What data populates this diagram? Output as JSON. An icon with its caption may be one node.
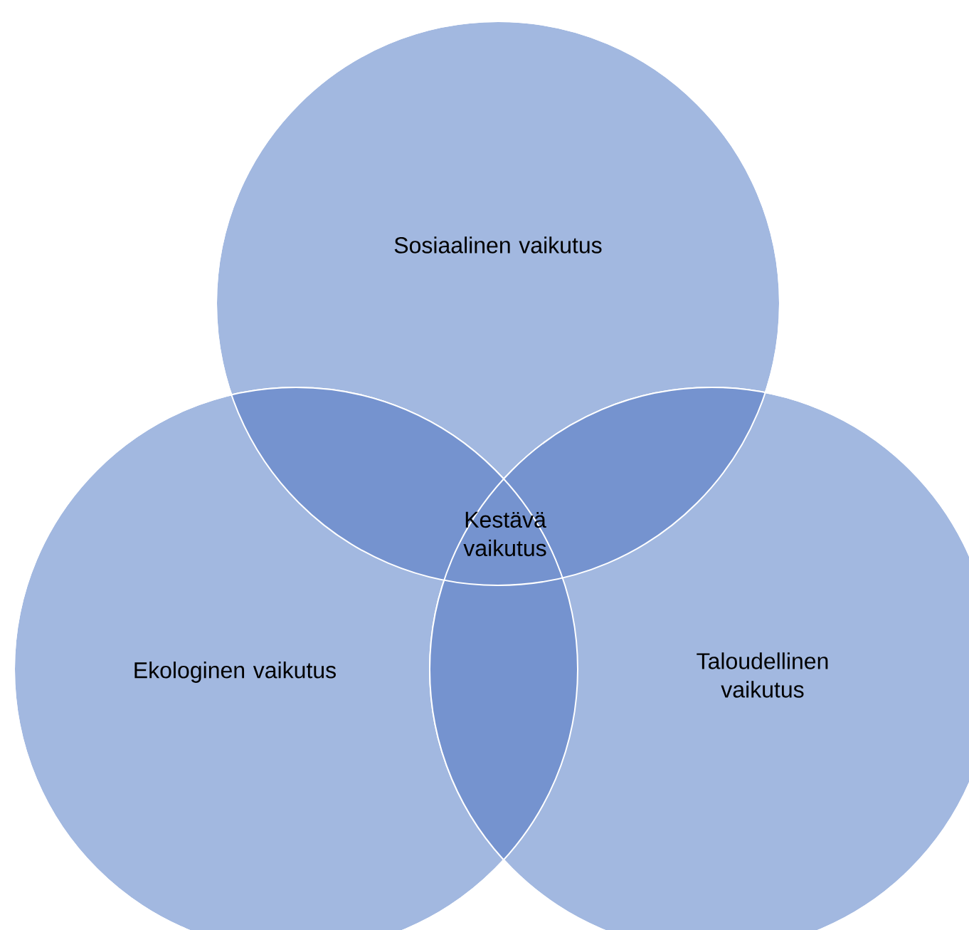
{
  "diagram": {
    "nodes": [
      {
        "text": [
          "Sosiaalinen vaikutus"
        ]
      },
      {
        "text": [
          "Ekologinen vaikutus"
        ]
      },
      {
        "text": [
          "Taloudellinen vaikutus"
        ]
      }
    ],
    "labels": [
      "Kestävä vaikutus"
    ]
  }
}
